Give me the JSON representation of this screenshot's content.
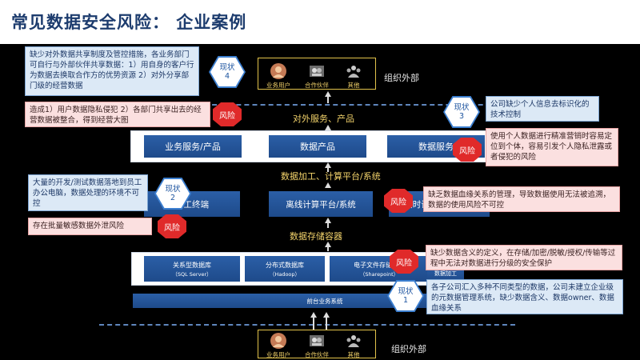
{
  "title": "常见数据安全风险： 企业案例",
  "org_top": {
    "items": [
      {
        "label": "业务用户",
        "icon": "user-icon"
      },
      {
        "label": "合作伙伴",
        "icon": "partner-icon"
      },
      {
        "label": "其他",
        "icon": "other-icon"
      }
    ],
    "label": "组织外部"
  },
  "org_bottom": {
    "items": [
      {
        "label": "业务用户",
        "icon": "user-icon"
      },
      {
        "label": "合作伙伴",
        "icon": "partner-icon"
      },
      {
        "label": "其他",
        "icon": "other-icon"
      }
    ],
    "label": "组织外部"
  },
  "layers": {
    "external_service": "对外服务、产品",
    "services": [
      "业务服务/产品",
      "数据产品",
      "数据服务"
    ],
    "processing": "数据加工、计算平台/系统",
    "compute": [
      "员工终端",
      "离线计算平台/系统",
      "实时计算平台/系统"
    ],
    "storage": "数据存储容器",
    "stores": [
      {
        "name": "关系型数据库",
        "sub": "（SQL Server）"
      },
      {
        "name": "分布式数据库",
        "sub": "（Hadoop）"
      },
      {
        "name": "电子文件存储仓库",
        "sub": "（Sharepoint）"
      }
    ],
    "store_extra": "数据加工",
    "frontline": "前台业务系统"
  },
  "notes": {
    "status4": "缺少对外数据共享制度及管控措施，各业务部门可自行与外部伙伴共享数据：1）用自身的客户行为数据去换取合作方的优势资源 2）对外分享部门级的经营数据",
    "risk_share": "造成1）用户数据隐私侵犯 2）各部门共享出去的经营数据被整合，得到经营大图",
    "status3": "公司缺少个人信息去标识化的技术控制",
    "risk_privacy": "使用个人数据进行精准营销时容易定位到个体，容易引发个人隐私泄露或者侵犯的风险",
    "status2": "大量的开发/测试数据落地到员工办公电脑，数据处理的环境不可控",
    "risk_leak": "存在批量敏感数据外泄风险",
    "risk_lineage": "缺乏数据血缘关系的管理，导致数据使用无法被追溯，数据的使用风险不可控",
    "risk_classify": "缺少数据含义的定义，在存储/加密/脱敏/授权/传输等过程中无法对数据进行分级的安全保护",
    "status1": "各子公司汇入多种不同类型的数据，公司未建立企业级的元数据管理系统，缺少数据含义、数据owner、数据血缘关系"
  },
  "badges": {
    "status4": "现状\n4",
    "status3": "现状\n3",
    "status2": "现状\n2",
    "status1": "现状\n1",
    "risk": "风险"
  },
  "colors": {
    "background": "#000000",
    "layer_label": "#f3d36b",
    "box_blue": "#2b5fa7",
    "risk_red": "#e02a2a",
    "status_blue": "#3c7fd0",
    "note_blue": "#dce9f6",
    "note_pink": "#fbe0e0"
  }
}
